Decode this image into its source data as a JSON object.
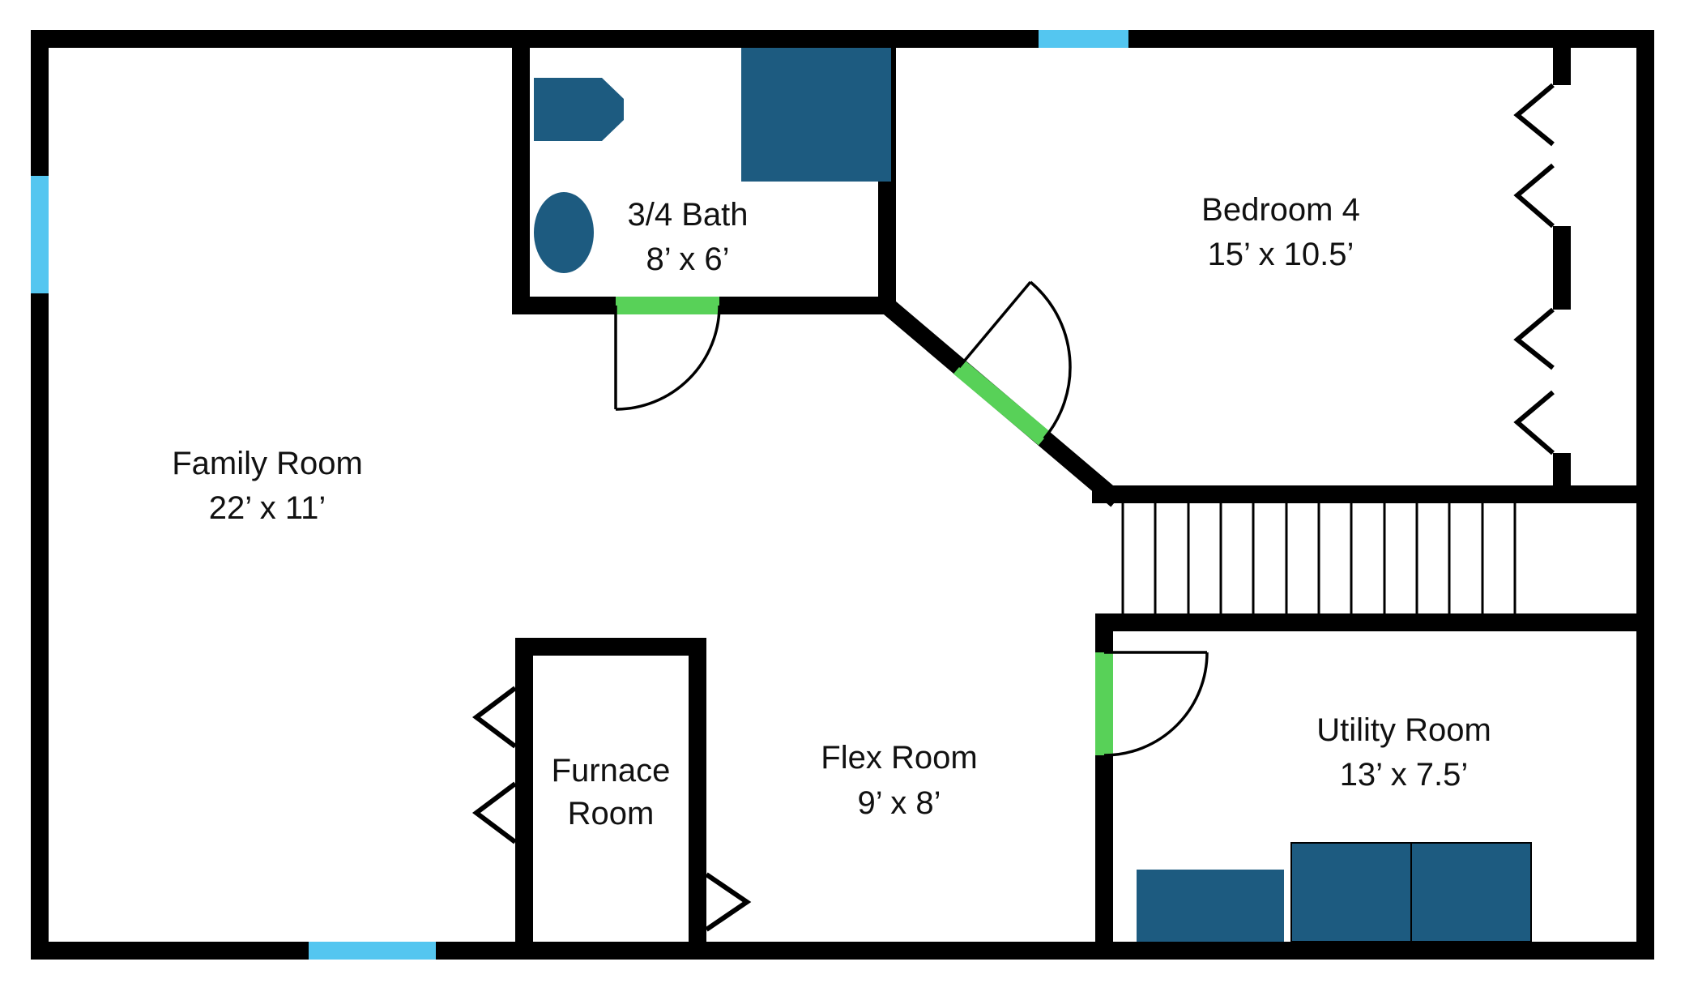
{
  "rooms": {
    "family_room": {
      "name": "Family Room",
      "dimensions": "22’ x 11’"
    },
    "bath": {
      "name": "3/4 Bath",
      "dimensions": "8’ x 6’"
    },
    "bedroom_4": {
      "name": "Bedroom 4",
      "dimensions": "15’ x 10.5’"
    },
    "furnace_room": {
      "name_line1": "Furnace",
      "name_line2": "Room"
    },
    "flex_room": {
      "name": "Flex Room",
      "dimensions": "9’ x 8’"
    },
    "utility_room": {
      "name": "Utility Room",
      "dimensions": "13’ x 7.5’"
    }
  },
  "colors": {
    "wall": "#000000",
    "door_accent": "#58d158",
    "window_accent": "#54c6f0",
    "fixture": "#1d5b80",
    "background": "#ffffff",
    "text": "#111111"
  }
}
